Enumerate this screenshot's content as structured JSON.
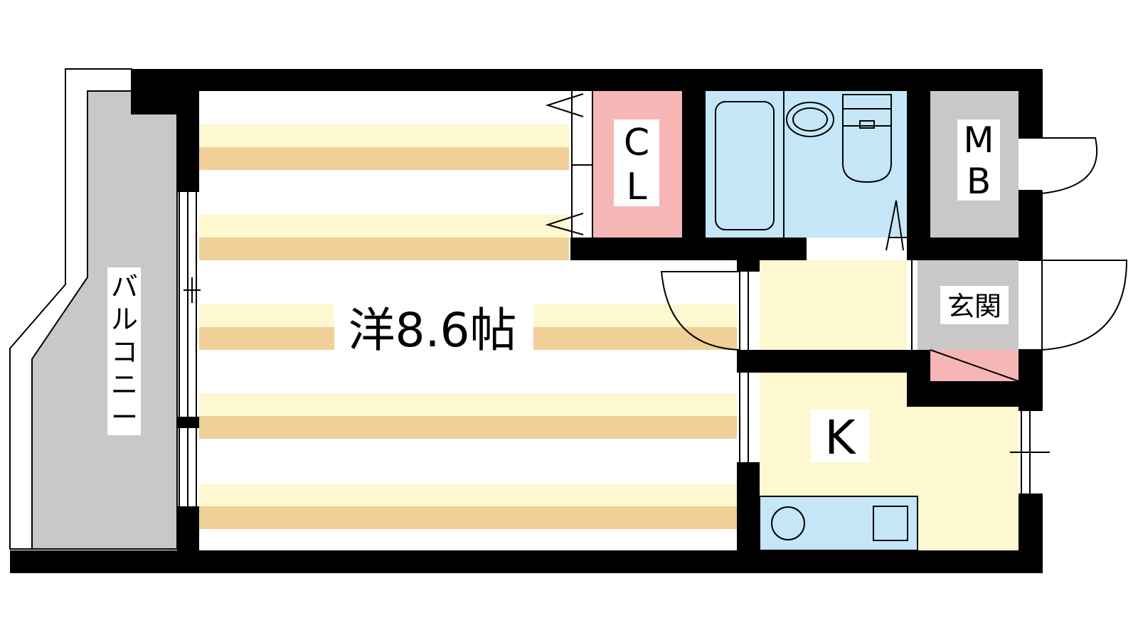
{
  "labels": {
    "western_room": "洋8.6帖",
    "closet_line1": "C",
    "closet_line2": "L",
    "meter_box_line1": "M",
    "meter_box_line2": "B",
    "entrance": "玄関",
    "kitchen": "K",
    "balcony_chars": [
      "バ",
      "ル",
      "コ",
      "ニ",
      "ー"
    ]
  },
  "colors": {
    "wall": "#000000",
    "floor_stripe_light": "#fdf8cf",
    "floor_stripe_dark": "#f0cf98",
    "closet": "#f6b6b6",
    "bath": "#c5e6f6",
    "utility": "#c8c8c8",
    "balcony": "#c8c8c8",
    "kitchen_floor": "#fdf8cf",
    "shoe_box": "#f6b6b6"
  }
}
